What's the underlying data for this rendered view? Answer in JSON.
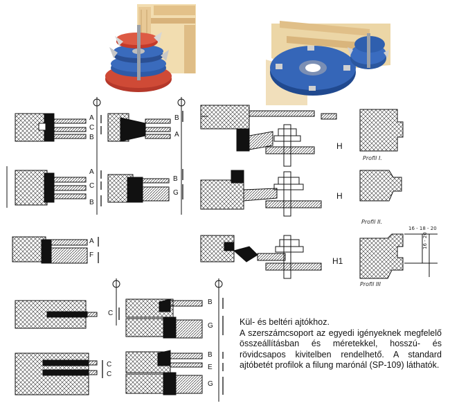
{
  "diagram_labels": {
    "r1a": [
      "A",
      "C",
      "B"
    ],
    "r1b": [
      "B",
      "A"
    ],
    "r2a": [
      "A",
      "C",
      "B"
    ],
    "r2b": [
      "B",
      "G"
    ],
    "r3a": [
      "A",
      "F"
    ],
    "r4a": "C",
    "r4b": [
      "B",
      "G"
    ],
    "r5a": [
      "C",
      "C"
    ],
    "r5b": [
      "B",
      "E",
      "G"
    ],
    "tool_h1": "H",
    "tool_h2": "H",
    "tool_h3": "H1"
  },
  "profiles": {
    "p1": "Profil I.",
    "p2": "Profil II.",
    "p3": "Profil III",
    "dim_top": "16 - 18 - 20",
    "dim_side": "16 - 20"
  },
  "description": {
    "line1": "Kül- és beltéri ajtókhoz.",
    "para": "A szerszámcsoport az egyedi igényeknek megfelelő összeállításban és méretekkel, hosszú- és rövidcsapos kivitelben rendelhető. A standard ajtóbetét profilok a filung marónál (SP-109) láthatók."
  },
  "colors": {
    "accent_red": "#c43a2a",
    "tool_blue": "#2f5fae",
    "wood": "#e6c893"
  }
}
